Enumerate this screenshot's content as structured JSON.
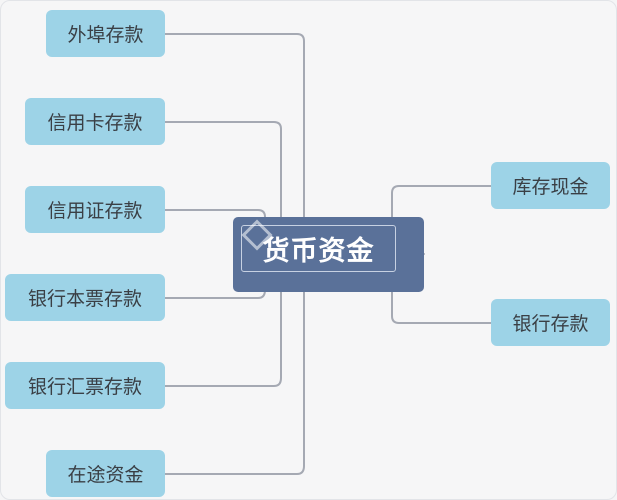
{
  "diagram": {
    "center": {
      "label": "货币资金"
    },
    "left_nodes": [
      {
        "label": "外埠存款"
      },
      {
        "label": "信用卡存款"
      },
      {
        "label": "信用证存款"
      },
      {
        "label": "银行本票存款"
      },
      {
        "label": "银行汇票存款"
      },
      {
        "label": "在途资金"
      }
    ],
    "right_nodes": [
      {
        "label": "库存现金"
      },
      {
        "label": "银行存款"
      }
    ],
    "colors": {
      "node_fill": "#9dd3e7",
      "center_fill": "#5a7199",
      "connector": "#a5a9b3",
      "background": "#f6f6f7"
    }
  }
}
